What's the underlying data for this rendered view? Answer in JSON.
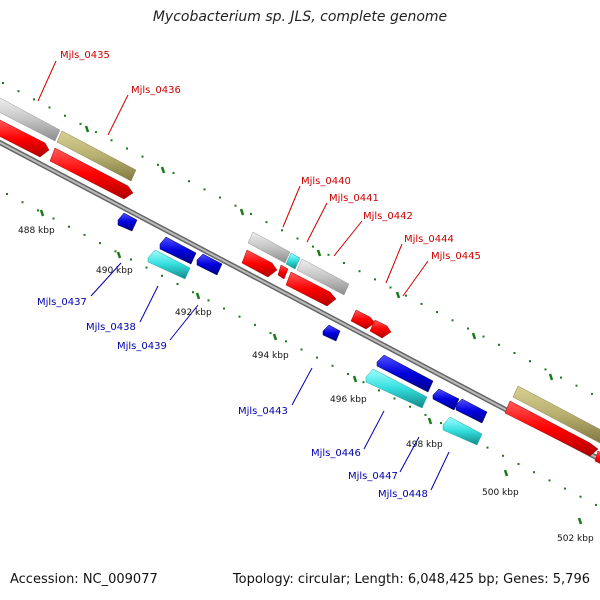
{
  "title": "Mycobacterium sp. JLS, complete genome",
  "footer": {
    "accession": "Accession: NC_009077",
    "summary": "Topology: circular; Length: 6,048,425 bp; Genes: 5,796"
  },
  "ticks": [
    "488 kbp",
    "490 kbp",
    "492 kbp",
    "494 kbp",
    "496 kbp",
    "498 kbp",
    "500 kbp",
    "502 kbp"
  ],
  "top_labels": [
    "Mjls_0435",
    "Mjls_0436",
    "Mjls_0440",
    "Mjls_0441",
    "Mjls_0442",
    "Mjls_0444",
    "Mjls_0445"
  ],
  "bottom_labels": [
    "Mjls_0437",
    "Mjls_0438",
    "Mjls_0439",
    "Mjls_0443",
    "Mjls_0446",
    "Mjls_0447",
    "Mjls_0448"
  ],
  "colors": {
    "label_top": "#cc0000",
    "label_bottom": "#0000aa",
    "cds": "#ff0000",
    "gene_grey": "#c0c0c0",
    "gene_khaki": "#b8b070",
    "gene_blue": "#0000dd",
    "gene_cyan": "#33dddd",
    "backbone": "#888888",
    "tick": "#1a7a1a"
  }
}
